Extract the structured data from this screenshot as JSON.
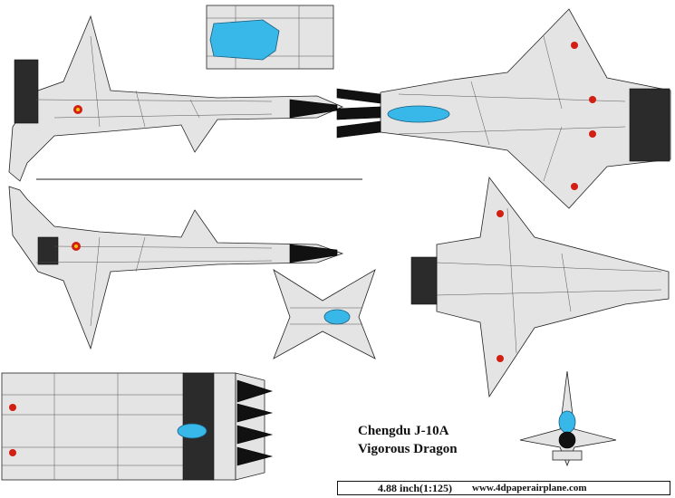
{
  "title": {
    "line1": "Chengdu J-10A",
    "line2": "Vigorous Dragon"
  },
  "footer": {
    "scale": "4.88 inch(1:125)",
    "website": "www.4dpaperairplane.com"
  },
  "colors": {
    "paper": "#e4e4e4",
    "outline": "#222222",
    "canopy": "#38b8e8",
    "engine": "#2b2b2b",
    "nose_tip": "#111111",
    "insignia_red": "#d21f14",
    "insignia_yellow": "#f2c200"
  }
}
